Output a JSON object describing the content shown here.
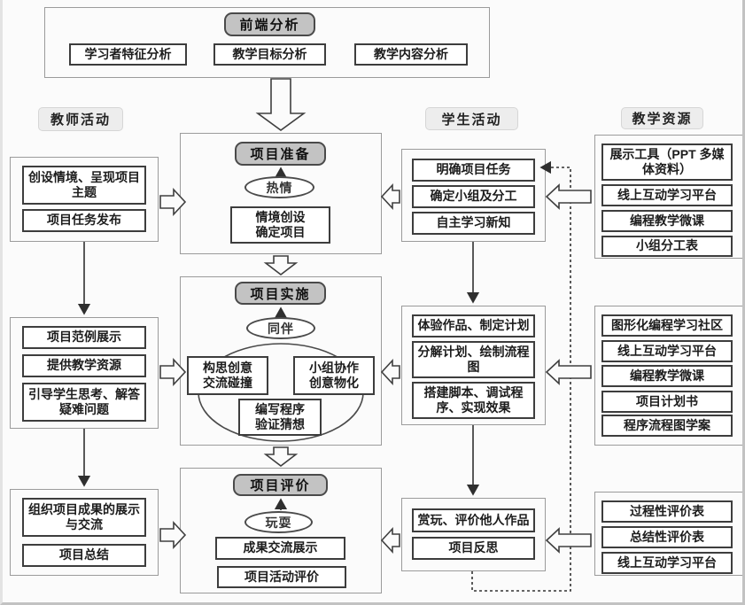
{
  "diagram": {
    "colors": {
      "phase_title_bg": "#c3c3c3",
      "header_bg": "#ededed",
      "box_border": "#3d3d3d",
      "group_border": "#9b9b9b",
      "arrow": "#2f2f2f"
    },
    "top": {
      "title": "前端分析",
      "items": [
        "学习者特征分析",
        "教学目标分析",
        "教学内容分析"
      ]
    },
    "headers": {
      "teacher": "教师活动",
      "student": "学生活动",
      "resources": "教学资源"
    },
    "phases": [
      {
        "title": "项目准备",
        "oval": "热情",
        "boxes": [
          "情境创设\n确定项目"
        ]
      },
      {
        "title": "项目实施",
        "oval": "同伴",
        "boxes": [
          "构思创意\n交流碰撞",
          "小组协作\n创意物化",
          "编写程序\n验证猜想"
        ]
      },
      {
        "title": "项目评价",
        "oval": "玩耍",
        "boxes": [
          "成果交流展示",
          "项目活动评价"
        ]
      }
    ],
    "teacher_groups": [
      [
        "创设情境、呈现项目主题",
        "项目任务发布"
      ],
      [
        "项目范例展示",
        "提供教学资源",
        "引导学生思考、解答疑难问题"
      ],
      [
        "组织项目成果的展示与交流",
        "项目总结"
      ]
    ],
    "student_groups": [
      [
        "明确项目任务",
        "确定小组及分工",
        "自主学习新知"
      ],
      [
        "体验作品、制定计划",
        "分解计划、绘制流程图",
        "搭建脚本、调试程序、实现效果"
      ],
      [
        "赏玩、评价他人作品",
        "项目反思"
      ]
    ],
    "resource_groups": [
      [
        "展示工具（PPT 多媒体资料）",
        "线上互动学习平台",
        "编程教学微课",
        "小组分工表"
      ],
      [
        "图形化编程学习社区",
        "线上互动学习平台",
        "编程教学微课",
        "项目计划书",
        "程序流程图学案"
      ],
      [
        "过程性评价表",
        "总结性评价表",
        "线上互动学习平台"
      ]
    ]
  }
}
